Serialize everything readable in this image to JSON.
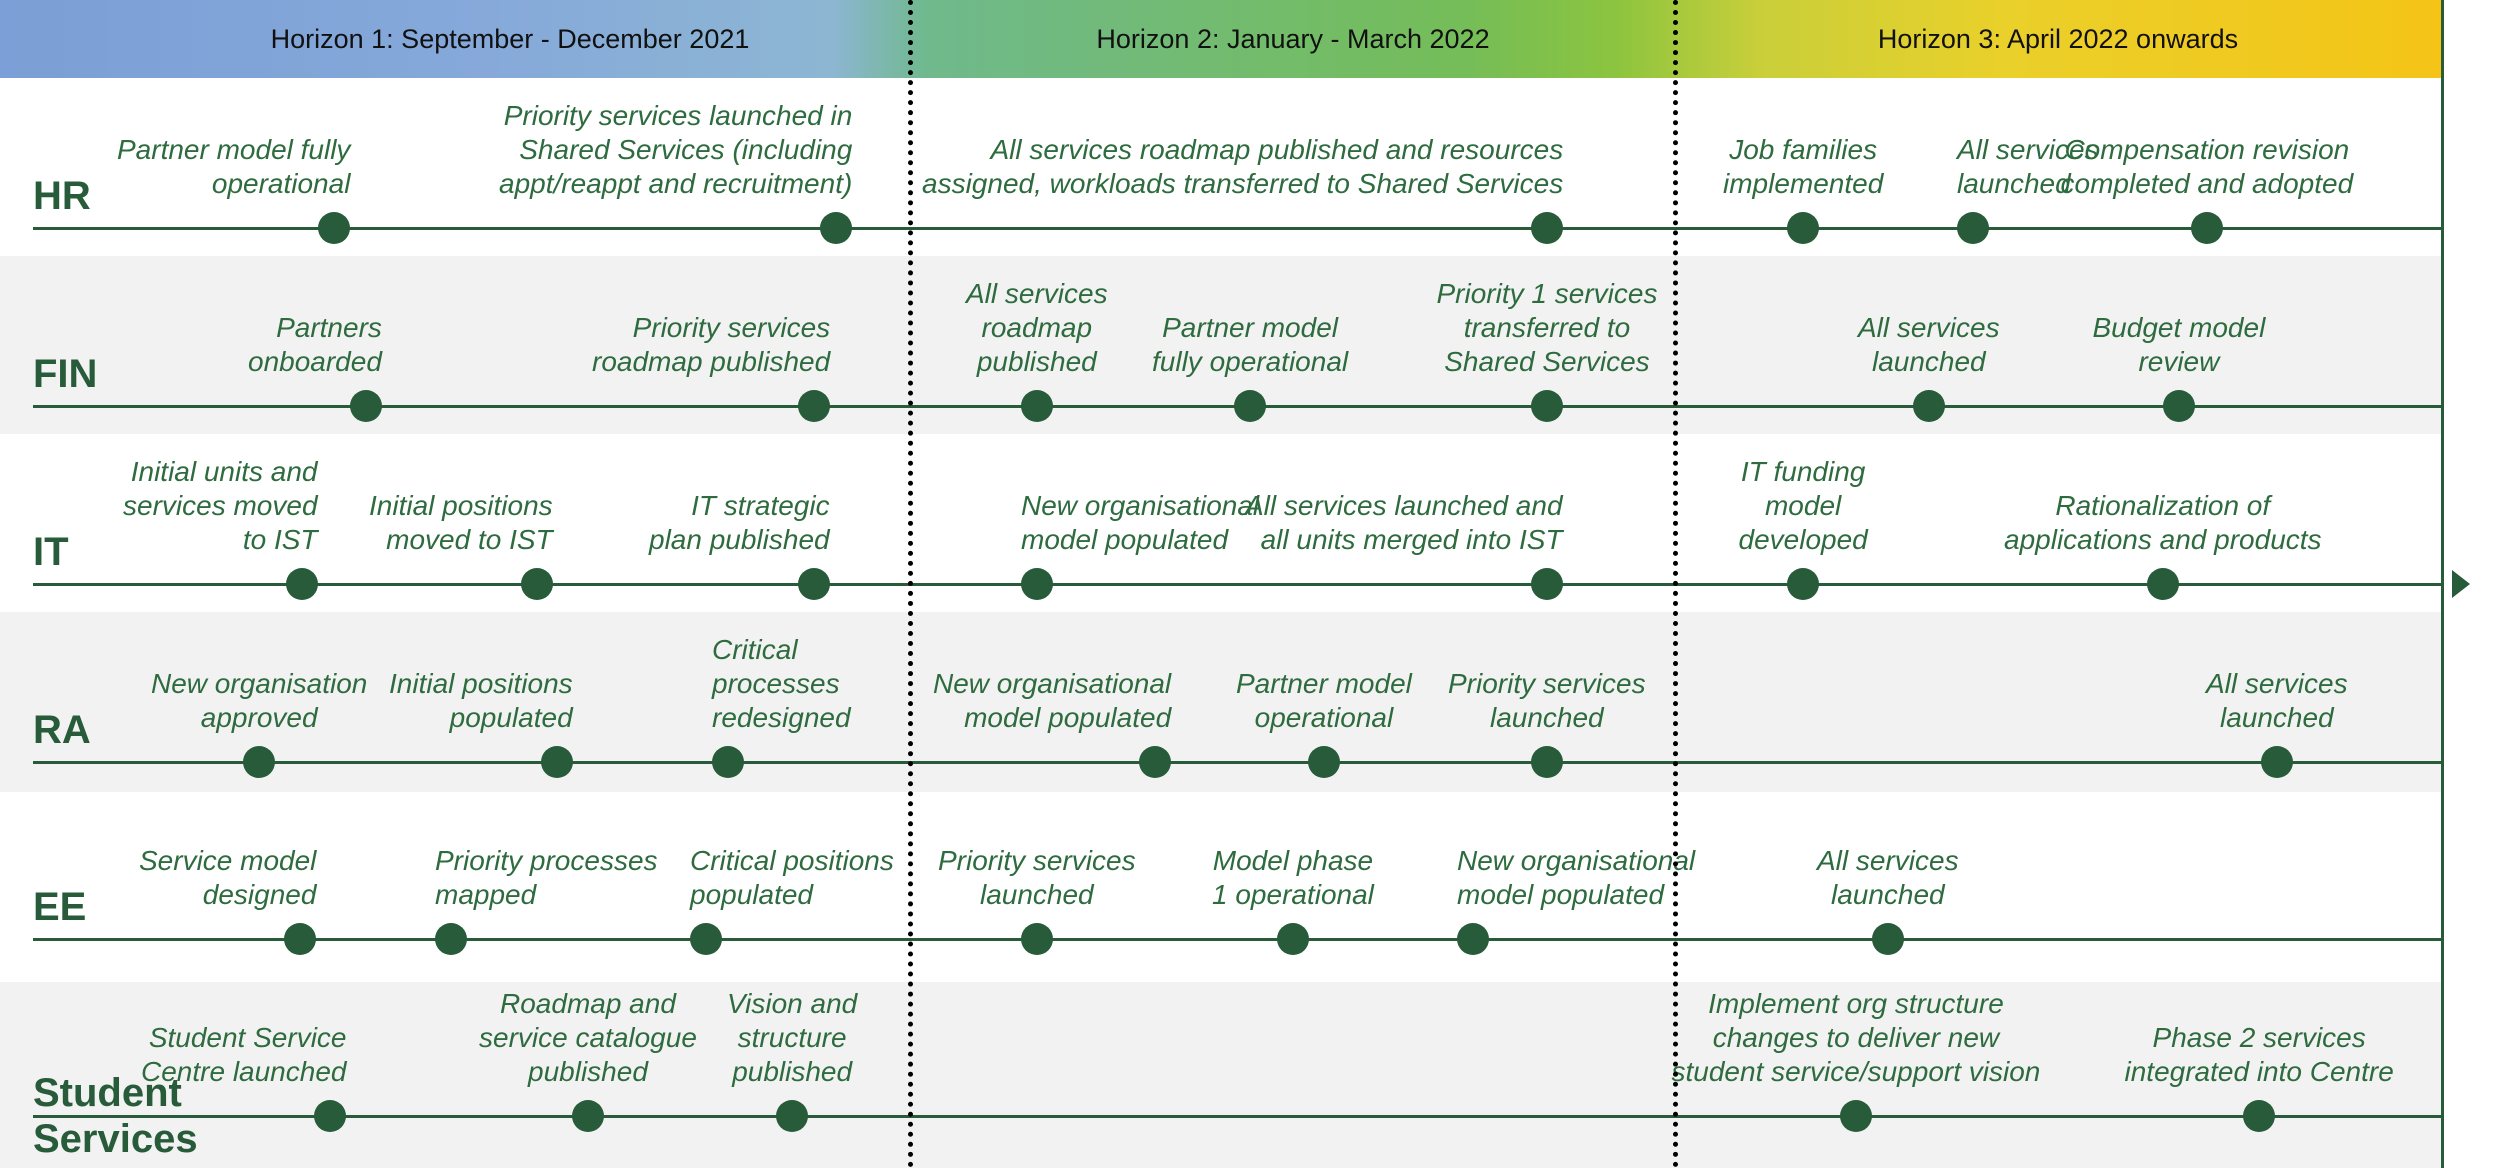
{
  "horizons": [
    {
      "title": "Horizon 1: September - December 2021",
      "center": 510
    },
    {
      "title": "Horizon 2: January - March 2022",
      "center": 1293
    },
    {
      "title": "Horizon 3: April 2022 onwards",
      "center": 2058
    }
  ],
  "colors": {
    "line": "#275b39",
    "text": "#2e6b3e",
    "band": "#f2f2f2"
  },
  "rows": [
    {
      "label": "HR",
      "shaded": false,
      "milestones": [
        {
          "lines": [
            "Partner model fully",
            "operational"
          ],
          "align": "right",
          "dot": 334
        },
        {
          "lines": [
            "Priority services launched in",
            "Shared Services (including",
            "appt/reappt and recruitment)"
          ],
          "align": "right",
          "dot": 836
        },
        {
          "lines": [
            "All services roadmap published and resources",
            "assigned, workloads transferred to Shared Services"
          ],
          "align": "right",
          "dot": 1547
        },
        {
          "lines": [
            "Job families",
            "implemented"
          ],
          "align": "center",
          "dot": 1803
        },
        {
          "lines": [
            "All services",
            "launched"
          ],
          "align": "left",
          "dot": 1973
        },
        {
          "lines": [
            "Compensation revision",
            "completed and adopted"
          ],
          "align": "center",
          "dot": 2207
        }
      ]
    },
    {
      "label": "FIN",
      "shaded": true,
      "milestones": [
        {
          "lines": [
            "Partners",
            "onboarded"
          ],
          "align": "right",
          "dot": 366
        },
        {
          "lines": [
            "Priority services",
            "roadmap published"
          ],
          "align": "right",
          "dot": 814
        },
        {
          "lines": [
            "All services",
            "roadmap",
            "published"
          ],
          "align": "center",
          "dot": 1037
        },
        {
          "lines": [
            "Partner model",
            "fully operational"
          ],
          "align": "center",
          "dot": 1250
        },
        {
          "lines": [
            "Priority 1 services",
            "transferred to",
            "Shared Services"
          ],
          "align": "center",
          "dot": 1547
        },
        {
          "lines": [
            "All services",
            "launched"
          ],
          "align": "center",
          "dot": 1929
        },
        {
          "lines": [
            "Budget model",
            "review"
          ],
          "align": "center",
          "dot": 2179
        }
      ]
    },
    {
      "label": "IT",
      "shaded": false,
      "milestones": [
        {
          "lines": [
            "Initial units and",
            "services moved",
            "to IST"
          ],
          "align": "right",
          "dot": 302
        },
        {
          "lines": [
            "Initial positions",
            "moved to IST"
          ],
          "align": "right",
          "dot": 537
        },
        {
          "lines": [
            "IT strategic",
            "plan published"
          ],
          "align": "right",
          "dot": 814
        },
        {
          "lines": [
            "New organisational",
            "model populated"
          ],
          "align": "left",
          "dot": 1037
        },
        {
          "lines": [
            "All services launched and",
            "all units merged into IST"
          ],
          "align": "right",
          "dot": 1547
        },
        {
          "lines": [
            "IT funding",
            "model",
            "developed"
          ],
          "align": "center",
          "dot": 1803
        },
        {
          "lines": [
            "Rationalization of",
            "applications and products"
          ],
          "align": "center",
          "dot": 2163
        }
      ]
    },
    {
      "label": "RA",
      "shaded": true,
      "milestones": [
        {
          "lines": [
            "New organisation",
            "approved"
          ],
          "align": "center",
          "dot": 259
        },
        {
          "lines": [
            "Initial positions",
            "populated"
          ],
          "align": "right",
          "dot": 557
        },
        {
          "lines": [
            "Critical",
            "processes",
            "redesigned"
          ],
          "align": "left",
          "dot": 728
        },
        {
          "lines": [
            "New organisational",
            "model populated"
          ],
          "align": "right",
          "dot": 1155
        },
        {
          "lines": [
            "Partner model",
            "operational"
          ],
          "align": "center",
          "dot": 1324
        },
        {
          "lines": [
            "Priority services",
            "launched"
          ],
          "align": "center",
          "dot": 1547
        },
        {
          "lines": [
            "All services",
            "launched"
          ],
          "align": "center",
          "dot": 2277
        }
      ]
    },
    {
      "label": "EE",
      "shaded": false,
      "milestones": [
        {
          "lines": [
            "Service model",
            "designed"
          ],
          "align": "right",
          "dot": 300
        },
        {
          "lines": [
            "Priority processes",
            "mapped"
          ],
          "align": "left",
          "dot": 451
        },
        {
          "lines": [
            "Critical positions",
            "populated"
          ],
          "align": "left",
          "dot": 706
        },
        {
          "lines": [
            "Priority services",
            "launched"
          ],
          "align": "center",
          "dot": 1037
        },
        {
          "lines": [
            "Model phase",
            "1 operational"
          ],
          "align": "center",
          "dot": 1293
        },
        {
          "lines": [
            "New organisational",
            "model populated"
          ],
          "align": "left",
          "dot": 1473
        },
        {
          "lines": [
            "All services",
            "launched"
          ],
          "align": "center",
          "dot": 1888
        }
      ]
    },
    {
      "label": "Student Services",
      "shaded": true,
      "milestones": [
        {
          "lines": [
            "Student Service",
            "Centre launched"
          ],
          "align": "right",
          "dot": 330
        },
        {
          "lines": [
            "Roadmap and",
            "service catalogue",
            "published"
          ],
          "align": "center",
          "dot": 588
        },
        {
          "lines": [
            "Vision and",
            "structure",
            "published"
          ],
          "align": "center",
          "dot": 792
        },
        {
          "lines": [
            "Implement org structure",
            "changes to deliver new",
            "student service/support vision"
          ],
          "align": "center",
          "dot": 1856
        },
        {
          "lines": [
            "Phase 2 services",
            "integrated into Centre"
          ],
          "align": "center",
          "dot": 2259
        }
      ]
    }
  ]
}
